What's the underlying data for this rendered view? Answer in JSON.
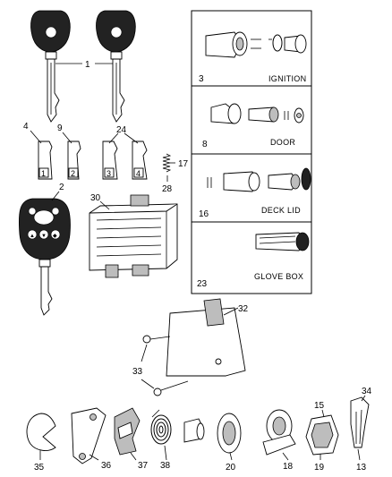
{
  "callouts": {
    "n1": "1",
    "n2": "2",
    "n3": "3",
    "n4": "4",
    "n8": "8",
    "n9": "9",
    "n13": "13",
    "n15": "15",
    "n16": "16",
    "n17": "17",
    "n18": "18",
    "n19": "19",
    "n20": "20",
    "n23": "23",
    "n24": "24",
    "n28": "28",
    "n30": "30",
    "n32": "32",
    "n33": "33",
    "n34": "34",
    "n35": "35",
    "n36": "36",
    "n37": "37",
    "n38": "38"
  },
  "tumbler_labels": [
    "1",
    "2",
    "3",
    "4"
  ],
  "boxes": {
    "ignition": "IGNITION",
    "door": "DOOR",
    "deck_lid": "DECK LID",
    "glove_box": "GLOVE BOX"
  },
  "remote_buttons": [
    "▲",
    "▼",
    "◆"
  ]
}
